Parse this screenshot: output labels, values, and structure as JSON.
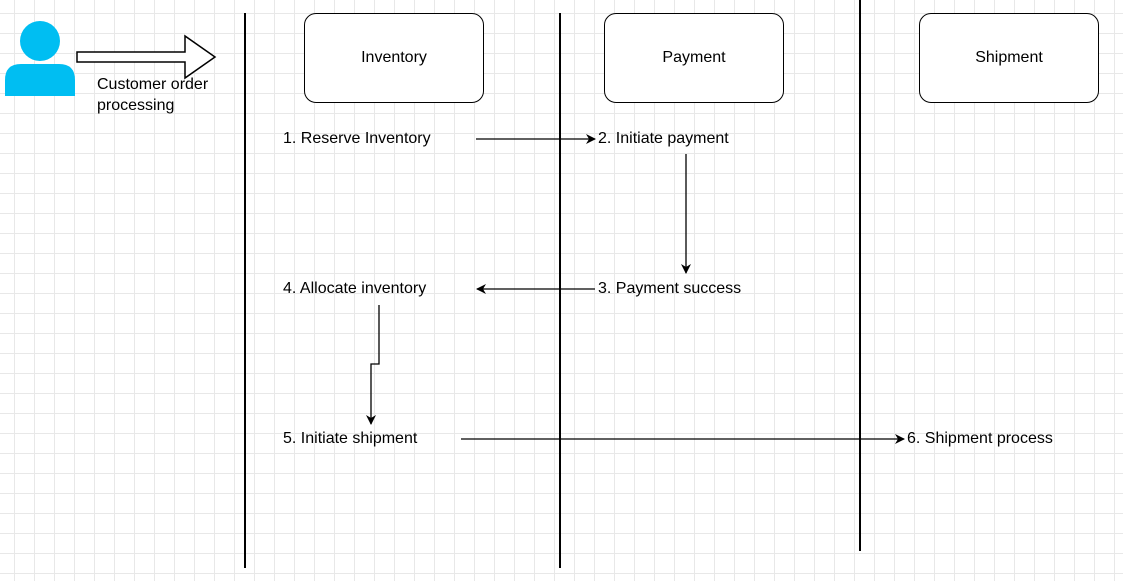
{
  "actor": {
    "label": "Customer order processing",
    "icon": "user-icon",
    "icon_color": "#00BEF2"
  },
  "lanes": [
    {
      "id": "inventory",
      "label": "Inventory"
    },
    {
      "id": "payment",
      "label": "Payment"
    },
    {
      "id": "shipment",
      "label": "Shipment"
    }
  ],
  "steps": {
    "s1": "1. Reserve Inventory",
    "s2": "2. Initiate payment",
    "s3": "3. Payment success",
    "s4": "4. Allocate inventory",
    "s5": "5. Initiate shipment",
    "s6": "6. Shipment process"
  },
  "edges": [
    {
      "from": "s1",
      "to": "s2"
    },
    {
      "from": "s2",
      "to": "s3"
    },
    {
      "from": "s3",
      "to": "s4"
    },
    {
      "from": "s4",
      "to": "s5"
    },
    {
      "from": "s5",
      "to": "s6"
    }
  ]
}
